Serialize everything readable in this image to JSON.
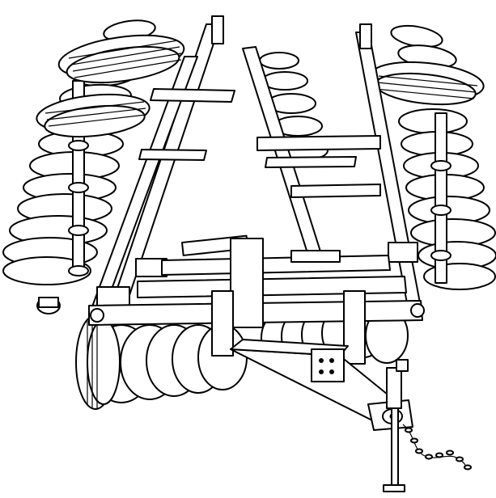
{
  "illustration": {
    "subject": "folded-tandem-disc-harrow",
    "colors": {
      "ink": "#000000",
      "paper": "#ffffff"
    },
    "parts": {
      "disc_gangs": [
        "left-wing-disc-gang",
        "right-wing-disc-gang",
        "center-rear-disc-gang"
      ],
      "tires": [
        "left-wing-tire-upper",
        "left-wing-tire-lower",
        "right-wing-tire",
        "center-transport-tire"
      ],
      "frames": [
        "left-wing-frame",
        "right-wing-frame",
        "main-frame"
      ],
      "hitch": [
        "tongue",
        "hitch-clevis",
        "parking-jack",
        "safety-chain"
      ]
    }
  }
}
